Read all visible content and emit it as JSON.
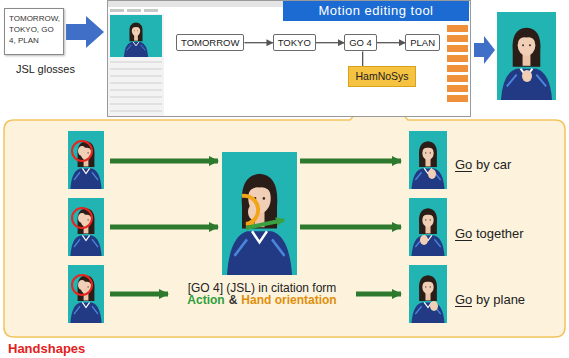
{
  "diagram": {
    "nodes": [
      {
        "text": [
          "TOMORROW, TOKYO, GO 4, PLAN",
          "JSL glosses"
        ]
      },
      {
        "text": [
          "Motion editing tool"
        ]
      },
      {
        "text": [
          "TOMORROW"
        ]
      },
      {
        "text": [
          "TOKYO"
        ]
      },
      {
        "text": [
          "GO 4"
        ]
      },
      {
        "text": [
          "PLAN"
        ]
      },
      {
        "text": [
          "HamNoSys"
        ]
      }
    ],
    "edges": [
      {
        "from": 2,
        "to": 3,
        "arrow": "to"
      },
      {
        "from": 3,
        "to": 4,
        "arrow": "to"
      },
      {
        "from": 4,
        "to": 5,
        "arrow": "to"
      },
      {
        "from": 4,
        "to": 6,
        "arrow": "none"
      }
    ],
    "labels": [
      "[GO 4] (JSL) in citation form",
      "Action",
      "&",
      "Hand orientation",
      "Go by car",
      "Go together",
      "Go by plane",
      "Handshapes"
    ]
  }
}
